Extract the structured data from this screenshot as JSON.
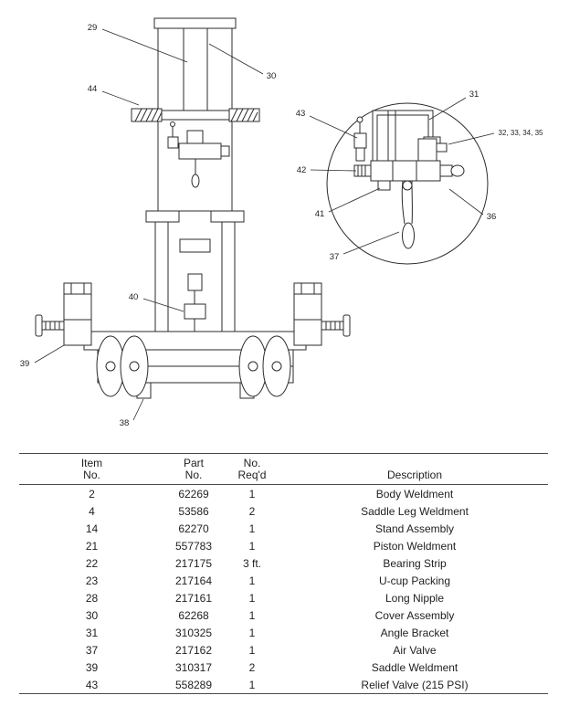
{
  "diagram": {
    "callouts": {
      "c29": "29",
      "c30": "30",
      "c31": "31",
      "c32_35": "32, 33, 34, 35",
      "c36": "36",
      "c37": "37",
      "c38": "38",
      "c39": "39",
      "c40": "40",
      "c41": "41",
      "c42": "42",
      "c43": "43",
      "c44": "44"
    }
  },
  "table": {
    "headers": {
      "item1": "Item",
      "item2": "No.",
      "part1": "Part",
      "part2": "No.",
      "req1": "No.",
      "req2": "Req'd",
      "desc": "Description"
    },
    "rows": [
      {
        "item": "2",
        "part": "62269",
        "req": "1",
        "desc": "Body Weldment"
      },
      {
        "item": "4",
        "part": "53586",
        "req": "2",
        "desc": "Saddle Leg Weldment"
      },
      {
        "item": "14",
        "part": "62270",
        "req": "1",
        "desc": "Stand Assembly"
      },
      {
        "item": "21",
        "part": "557783",
        "req": "1",
        "desc": "Piston Weldment"
      },
      {
        "item": "22",
        "part": "217175",
        "req": "3 ft.",
        "desc": "Bearing Strip"
      },
      {
        "item": "23",
        "part": "217164",
        "req": "1",
        "desc": "U-cup Packing"
      },
      {
        "item": "28",
        "part": "217161",
        "req": "1",
        "desc": "Long Nipple"
      },
      {
        "item": "30",
        "part": "62268",
        "req": "1",
        "desc": "Cover Assembly"
      },
      {
        "item": "31",
        "part": "310325",
        "req": "1",
        "desc": "Angle Bracket"
      },
      {
        "item": "37",
        "part": "217162",
        "req": "1",
        "desc": "Air Valve"
      },
      {
        "item": "39",
        "part": "310317",
        "req": "2",
        "desc": "Saddle Weldment"
      },
      {
        "item": "43",
        "part": "558289",
        "req": "1",
        "desc": "Relief Valve (215 PSI)"
      }
    ]
  }
}
